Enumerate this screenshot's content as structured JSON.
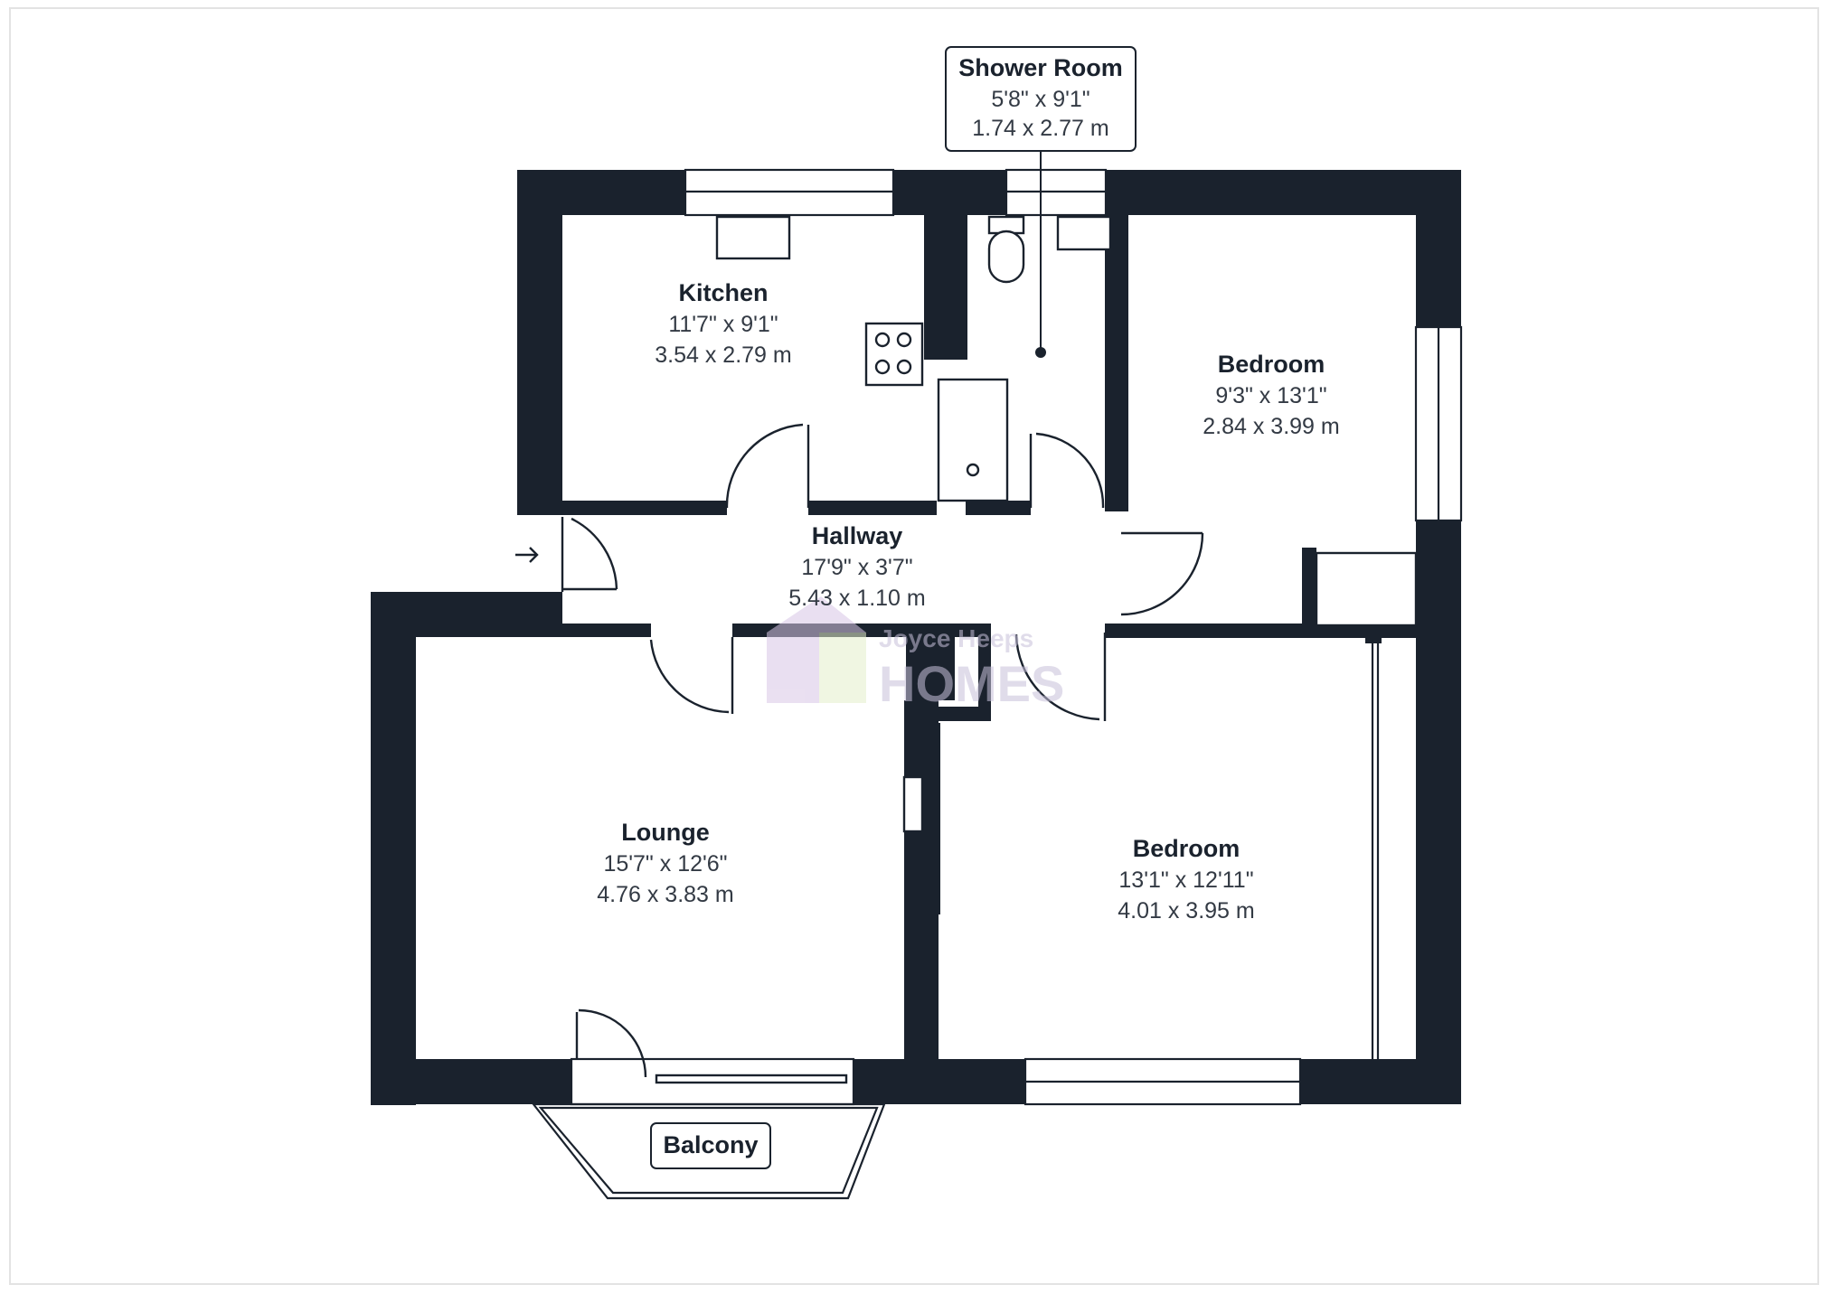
{
  "rooms": {
    "shower_room": {
      "name": "Shower Room",
      "imperial": "5'8\" x 9'1\"",
      "metric": "1.74 x 2.77 m"
    },
    "kitchen": {
      "name": "Kitchen",
      "imperial": "11'7\" x 9'1\"",
      "metric": "3.54 x 2.79 m"
    },
    "bedroom_1": {
      "name": "Bedroom",
      "imperial": "9'3\" x 13'1\"",
      "metric": "2.84 x 3.99 m"
    },
    "hallway": {
      "name": "Hallway",
      "imperial": "17'9\" x 3'7\"",
      "metric": "5.43 x 1.10 m"
    },
    "lounge": {
      "name": "Lounge",
      "imperial": "15'7\" x 12'6\"",
      "metric": "4.76 x 3.83 m"
    },
    "bedroom_2": {
      "name": "Bedroom",
      "imperial": "13'1\" x 12'11\"",
      "metric": "4.01 x 3.95 m"
    },
    "balcony": {
      "name": "Balcony"
    }
  },
  "watermark": {
    "line1": "Joyce Heeps",
    "line2": "HOMES"
  },
  "colors": {
    "wall": "#1a222d",
    "text": "#1a222d",
    "watermark": "#c8c0da"
  },
  "icons": [
    "entrance-arrow-icon"
  ]
}
